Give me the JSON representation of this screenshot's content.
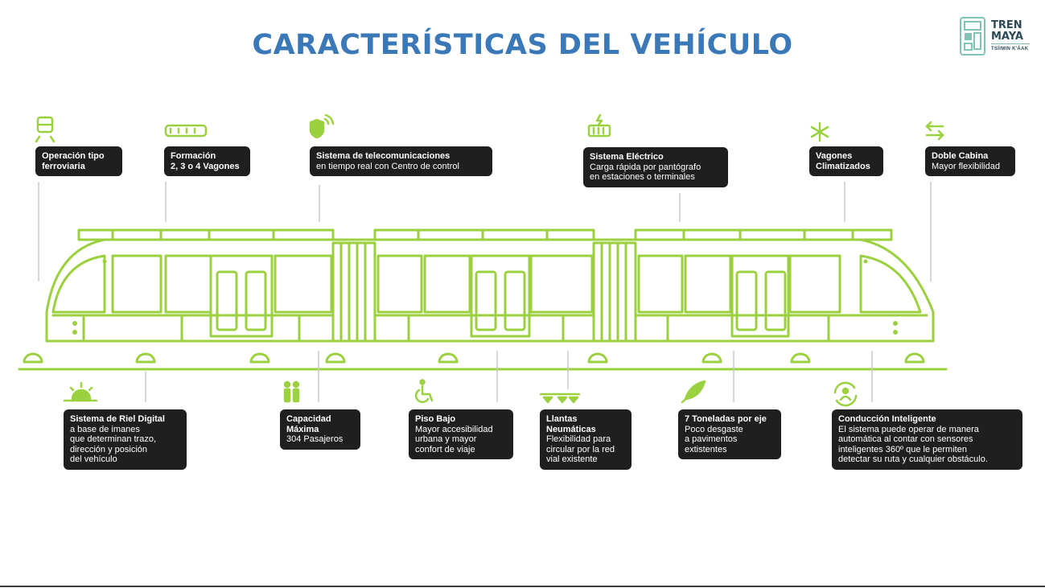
{
  "page": {
    "title": "CARACTERÍSTICAS DEL VEHÍCULO",
    "accent_color": "#3a78b8",
    "train_color": "#9bd13e",
    "callout_color": "#1f1f1f"
  },
  "logo": {
    "line1": "TREN",
    "line2": "MAYA",
    "tagline": "TSÍIMIN K'ÁAK",
    "icon": "tren-maya-glyph-icon"
  },
  "features": [
    {
      "id": "operacion",
      "icon": "train-icon",
      "title": "Operación tipo\nferroviaria",
      "body": ""
    },
    {
      "id": "formacion",
      "icon": "railcar-icon",
      "title": "Formación\n2, 3 o 4 Vagones",
      "body": ""
    },
    {
      "id": "telecom",
      "icon": "shield-signal-icon",
      "title": "Sistema de telecomunicaciones",
      "body": "en tiempo real con Centro de control"
    },
    {
      "id": "electrico",
      "icon": "battery-charge-icon",
      "title": "Sistema Eléctrico",
      "body": "Carga rápida por pantógrafo\nen estaciones o terminales"
    },
    {
      "id": "climatizados",
      "icon": "snowflake-icon",
      "title": "Vagones\nClimatizados",
      "body": ""
    },
    {
      "id": "doble-cabina",
      "icon": "double-arrow-icon",
      "title": "Doble Cabina",
      "body": "Mayor flexibilidad"
    },
    {
      "id": "riel-digital",
      "icon": "sunrise-icon",
      "title": "Sistema de Riel Digital",
      "body": "a base de imanes\nque determinan trazo,\ndirección y posición\ndel vehículo"
    },
    {
      "id": "capacidad",
      "icon": "people-icon",
      "title": "Capacidad\nMáxima",
      "body": "304 Pasajeros"
    },
    {
      "id": "piso-bajo",
      "icon": "wheelchair-icon",
      "title": "Piso Bajo",
      "body": "Mayor accesibilidad\nurbana y mayor\nconfort de viaje"
    },
    {
      "id": "llantas",
      "icon": "tires-icon",
      "title": "Llantas\nNeumáticas",
      "body": "Flexibilidad para\ncircular por la red\nvial existente"
    },
    {
      "id": "toneladas",
      "icon": "feather-icon",
      "title": "7 Toneladas por eje",
      "body": "Poco desgaste\na pavimentos\nextistentes"
    },
    {
      "id": "conduccion",
      "icon": "smart-driving-icon",
      "title": "Conducción Inteligente",
      "body": "El sistema puede operar de manera\nautomática al contar con sensores\ninteligentes 360º que le permiten\ndetectar su ruta y cualquier obstáculo."
    }
  ]
}
